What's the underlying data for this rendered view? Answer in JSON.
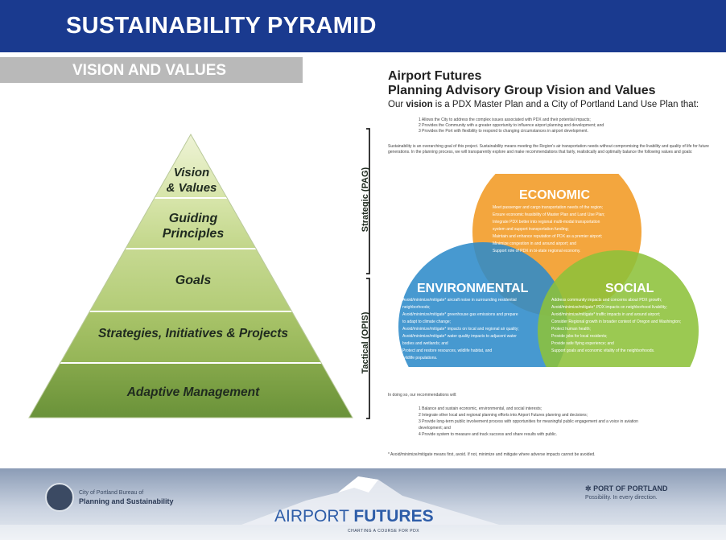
{
  "header": {
    "title": "SUSTAINABILITY PYRAMID",
    "subtitle": "VISION AND VALUES"
  },
  "pyramid": {
    "levels": [
      {
        "label_line1": "Vision",
        "label_line2": "& Values"
      },
      {
        "label_line1": "Guiding",
        "label_line2": "Principles"
      },
      {
        "label": "Goals"
      },
      {
        "label": "Strategies, Initiatives & Projects"
      },
      {
        "label": "Adaptive Management"
      }
    ],
    "strategic_label": "Strategic (PAG)",
    "tactical_label": "Tactical (OPIS)",
    "colors": {
      "top": "#e6edc5",
      "mid": "#c6d991",
      "lower": "#9fbd5c",
      "bottom": "#6f9a3b"
    }
  },
  "document": {
    "title_line1": "Airport Futures",
    "title_line2": "Planning Advisory Group Vision and Values",
    "vision_prefix": "Our ",
    "vision_word": "vision",
    "vision_suffix": " is a PDX Master Plan and a City of Portland Land Use Plan that:",
    "vision_items": [
      "1   Allows the City to address the complex issues associated with PDX and their potential impacts;",
      "2   Provides the Community with a greater opportunity to influence airport planning and development; and",
      "3   Provides the Port with flexibility to respond to changing circumstances in airport development."
    ],
    "paragraph": "Sustainability is an overarching goal of this project. Sustainability means meeting the Region's air transportation needs without compromising the livability and quality of life for future generations. In the planning process, we will transparently explore and make recommendations that fairly, realistically and optimally balance the following values and goals:",
    "economic": {
      "title": "ECONOMIC",
      "items": [
        "Meet passenger and cargo transportation needs of the region;",
        "Ensure economic feasibility of Master Plan and Land Use Plan;",
        "Integrate PDX better into regional multi-modal transportation",
        "system and support transportation funding;",
        "Maintain and enhance reputation of PDX as a premier airport;",
        "Minimize congestion in and around airport; and",
        "Support role of PDX in bi-state regional economy."
      ]
    },
    "environmental": {
      "title": "ENVIRONMENTAL",
      "items": [
        "Avoid/minimize/mitigate* aircraft noise in surrounding residential",
        "neighborhoods;",
        "Avoid/minimize/mitigate* greenhouse gas emissions and prepare",
        "to adapt to climate change;",
        "Avoid/minimize/mitigate* impacts on local and regional air quality;",
        "Avoid/minimize/mitigate* water quality impacts to adjacent water",
        "bodies and wetlands; and",
        "Protect and restore resources, wildlife habitat, and",
        "wildlife populations."
      ]
    },
    "social": {
      "title": "SOCIAL",
      "items": [
        "Address community impacts and concerns about PDX growth;",
        "Avoid/minimize/mitigate* PDX impacts on neighborhood livability;",
        "Avoid/minimize/mitigate* traffic impacts in and around airport;",
        "Consider Regional growth in broader context of Oregon and Washington;",
        "Protect human health;",
        "Provide jobs for local residents;",
        "Provide safe flying experience; and",
        "Support goals and economic vitality of the neighborhoods."
      ]
    },
    "rec_intro": "In doing so, our recommendations will:",
    "rec_items": [
      "1   Balance and sustain economic, environmental, and social interests;",
      "2   Integrate other local and regional planning efforts into Airport Futures planning and decisions;",
      "3   Provide long-term public involvement process with opportunities for meaningful public engagement and a voice in aviation",
      "     development; and",
      "4   Provide system to measure and track success and share results with public."
    ],
    "footnote": "* Avoid/minimize/mitigate means first, avoid. If not, minimize and mitigate where adverse impacts cannot be avoided."
  },
  "footer": {
    "left_logo_small": "City of Portland Bureau of",
    "left_logo_main": "Planning and Sustainability",
    "center_logo_a": "AIRPORT ",
    "center_logo_b": "FUTURES",
    "center_tagline": "CHARTING A COURSE FOR PDX",
    "right_logo_main": "PORT OF PORTLAND",
    "right_logo_tag": "Possibility. In every direction."
  }
}
